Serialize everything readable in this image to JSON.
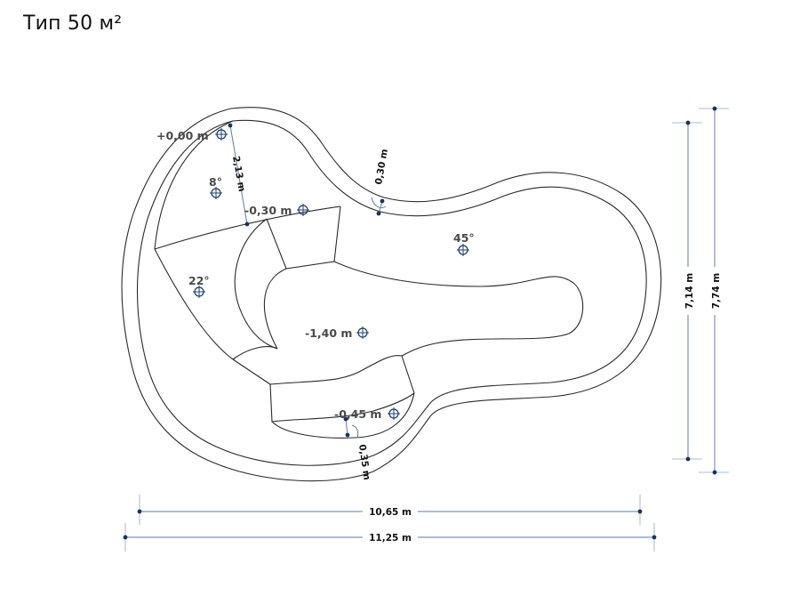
{
  "title": "Тип 50 м²",
  "levels": {
    "top_edge": "+0,00 m",
    "shelf": "-0,30 m",
    "deep": "-1,40 m",
    "step": "-0,45 m"
  },
  "angles": {
    "a8": "8°",
    "a22": "22°",
    "a45": "45°"
  },
  "dimensions": {
    "shelf_width": "2,13 m",
    "wall_top": "0,30 m",
    "wall_bottom": "0,35 m",
    "inner_length": "10,65 m",
    "outer_length": "11,25 m",
    "inner_width": "7,14 m",
    "outer_width": "7,74 m"
  },
  "colors": {
    "outline": "#2a2a2a",
    "dimension_line": "#5b7da6",
    "marker": "#17335d"
  }
}
